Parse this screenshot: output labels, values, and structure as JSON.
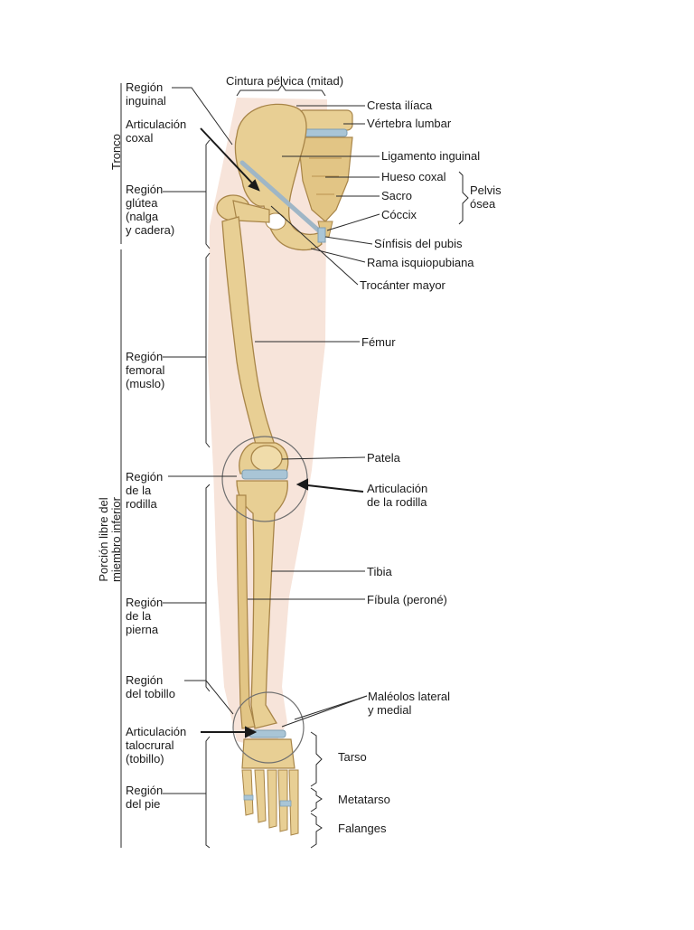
{
  "colors": {
    "bone": "#e8cf94",
    "bone_shade": "#c9a862",
    "bone_outline": "#a88548",
    "cartilage": "#a9c5d6",
    "skin": "#f7e4da",
    "leader": "#2a2a2a"
  },
  "figure": {
    "title": "Cintura pélvica (mitad)"
  },
  "left_labels": {
    "tronco": "Tronco",
    "porcion_libre": "Porción libre del\nmiembro inferior",
    "region_inguinal": "Región\ninguinal",
    "articulacion_coxal": "Articulación\ncoxal",
    "region_glutea": "Región\nglútea\n(nalga\ny cadera)",
    "region_femoral": "Región\nfemoral\n(muslo)",
    "region_rodilla": "Región\nde la\nrodilla",
    "region_pierna": "Región\nde la\npierna",
    "region_tobillo": "Región\ndel tobillo",
    "articulacion_talocrural": "Articulación\ntalocrural\n(tobillo)",
    "region_pie": "Región\ndel pie"
  },
  "right_labels": {
    "cresta_iliaca": "Cresta ilíaca",
    "vertebra_lumbar": "Vértebra lumbar",
    "ligamento_inguinal": "Ligamento inguinal",
    "hueso_coxal": "Hueso coxal",
    "sacro": "Sacro",
    "coccix": "Cóccix",
    "pelvis_osea": "Pelvis\nósea",
    "sinfisis_pubis": "Sínfisis del pubis",
    "rama_isquiopubiana": "Rama isquiopubiana",
    "trocanter_mayor": "Trocánter mayor",
    "femur": "Fémur",
    "patela": "Patela",
    "articulacion_rodilla": "Articulación\nde la rodilla",
    "tibia": "Tibia",
    "fibula": "Fíbula (peroné)",
    "maleolos": "Maléolos lateral\ny medial",
    "tarso": "Tarso",
    "metatarso": "Metatarso",
    "falanges": "Falanges"
  }
}
